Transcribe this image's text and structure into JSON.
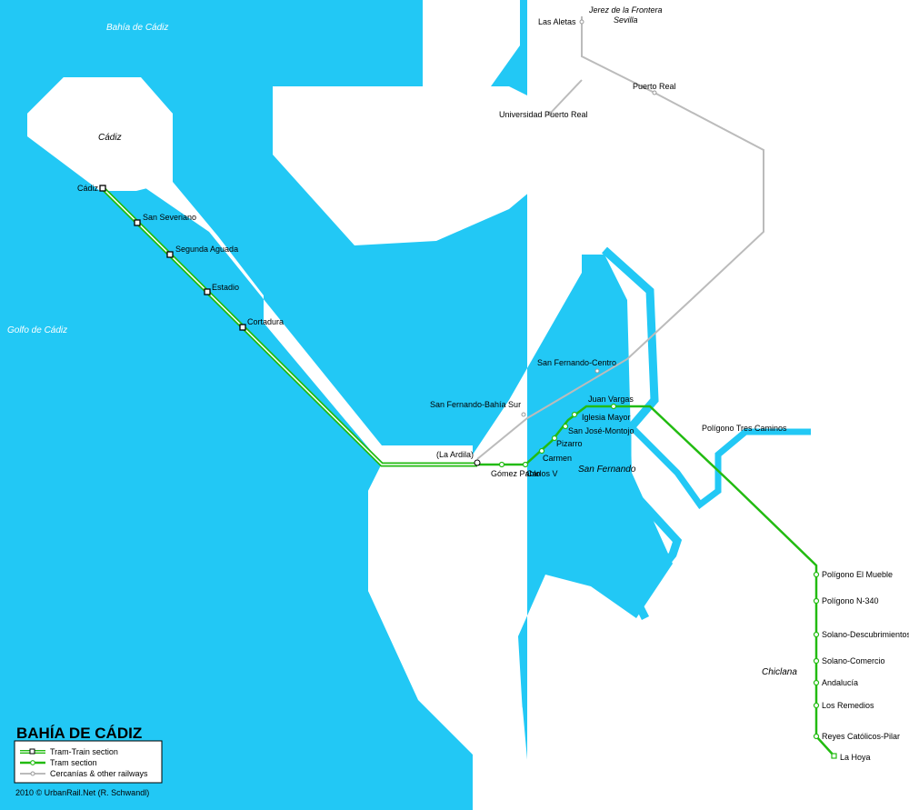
{
  "title": "BAHÍA DE CÁDIZ",
  "credit": "2010 © UrbanRail.Net (R. Schwandl)",
  "colors": {
    "water": "#22c8f5",
    "land": "#ffffff",
    "tram": "#22bb11",
    "railway": "#bbbbbb",
    "river": "#22c8f5"
  },
  "water_labels": [
    "Bahía de Cádiz",
    "Golfo de Cádiz"
  ],
  "area_labels": [
    "Cádiz",
    "San Fernando",
    "Chiclana"
  ],
  "legend": {
    "items": [
      "Tram-Train section",
      "Tram section",
      "Cercanías & other railways"
    ]
  },
  "stations": {
    "tram_train": [
      "Cádiz",
      "San Severiano",
      "Segunda Aguada",
      "Estadio",
      "Cortadura"
    ],
    "shared": [
      "(La Ardila)"
    ],
    "tram": [
      "Gómez Pablo",
      "Carlos V",
      "Carmen",
      "Pizarro",
      "San José-Montojo",
      "Iglesia Mayor",
      "Juan Vargas",
      "Polígono Tres Caminos",
      "Polígono El Mueble",
      "Polígono N-340",
      "Solano-Descubrimientos",
      "Solano-Comercio",
      "Andalucía",
      "Los Remedios",
      "Reyes Católicos-Pilar",
      "La Hoya"
    ],
    "railway": [
      "Las Aletas",
      "Jerez de la Frontera",
      "Sevilla",
      "Universidad Puerto Real",
      "Puerto Real",
      "San Fernando-Centro",
      "San Fernando-Bahía Sur"
    ]
  }
}
